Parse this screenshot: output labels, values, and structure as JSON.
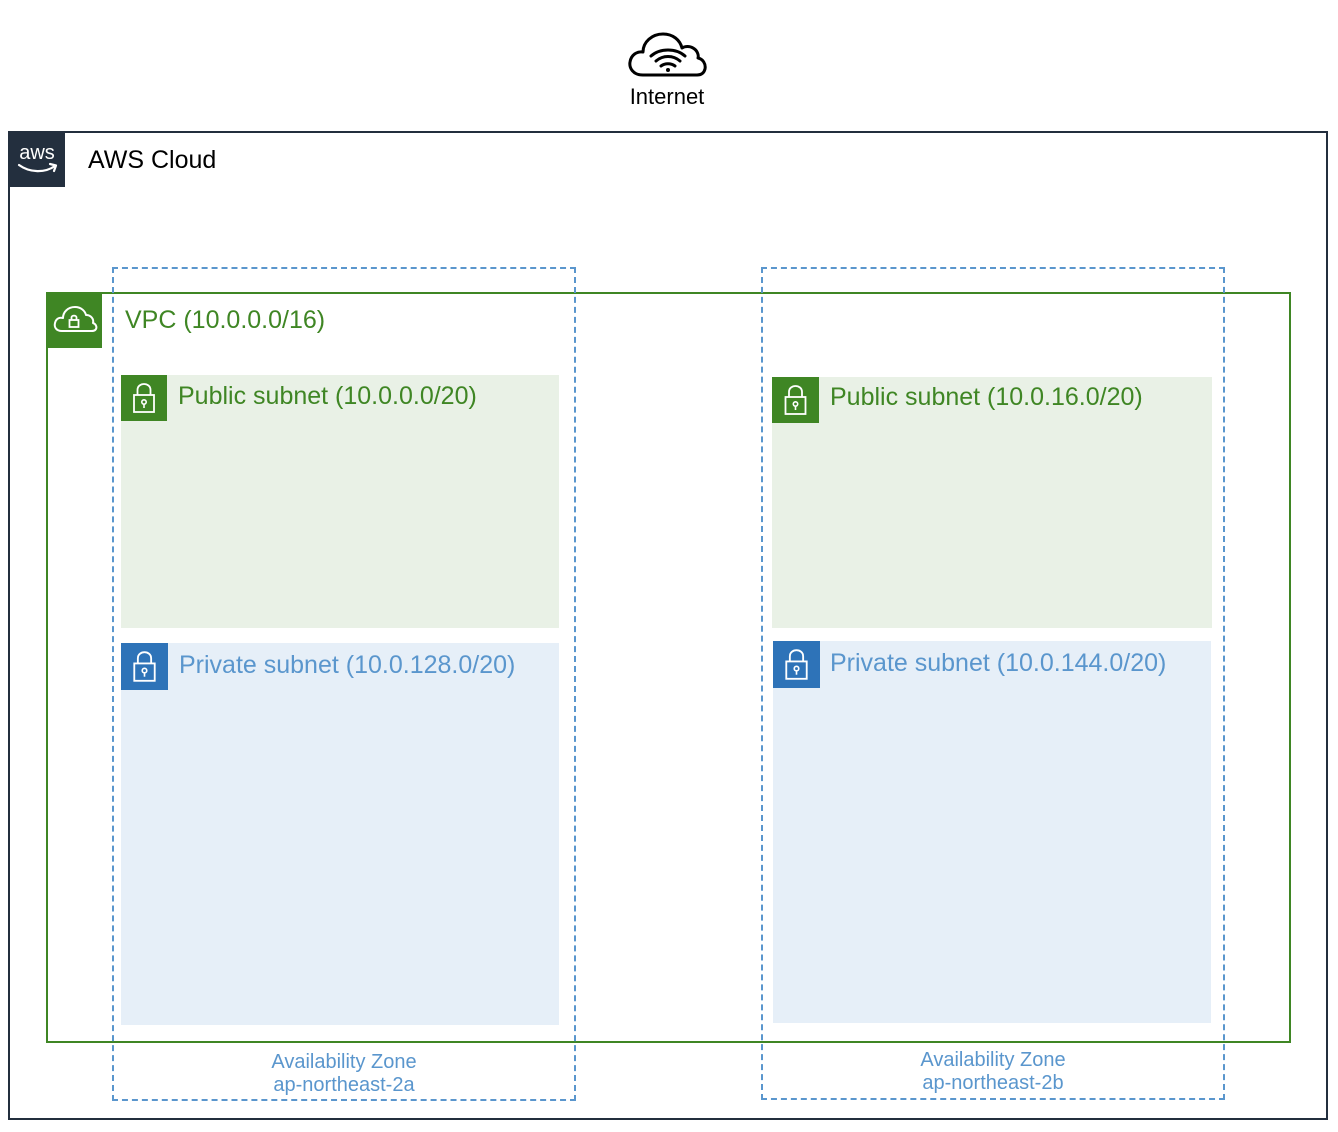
{
  "internet": {
    "label": "Internet",
    "icon": "internet-cloud-icon"
  },
  "aws_cloud": {
    "label": "AWS Cloud",
    "icon": "aws-logo-icon",
    "logo_text": "aws",
    "color": "#232f3e"
  },
  "vpc": {
    "label": "VPC (10.0.0.0/16)",
    "icon": "vpc-cloud-lock-icon",
    "color": "#3f8624"
  },
  "availability_zones": [
    {
      "title": "Availability Zone",
      "name": "ap-northeast-2a",
      "public_subnet": "Public subnet (10.0.0.0/20)",
      "private_subnet": "Private subnet (10.0.128.0/20)"
    },
    {
      "title": "Availability Zone",
      "name": "ap-northeast-2b",
      "public_subnet": "Public subnet (10.0.16.0/20)",
      "private_subnet": "Private subnet (10.0.144.0/20)"
    }
  ],
  "colors": {
    "public_subnet_fill": "#e9f1e6",
    "public_subnet_accent": "#3f8624",
    "private_subnet_fill": "#e6eff8",
    "private_subnet_icon": "#2e73b8",
    "private_subnet_text": "#5a96cd",
    "az_border": "#5a96cd"
  }
}
